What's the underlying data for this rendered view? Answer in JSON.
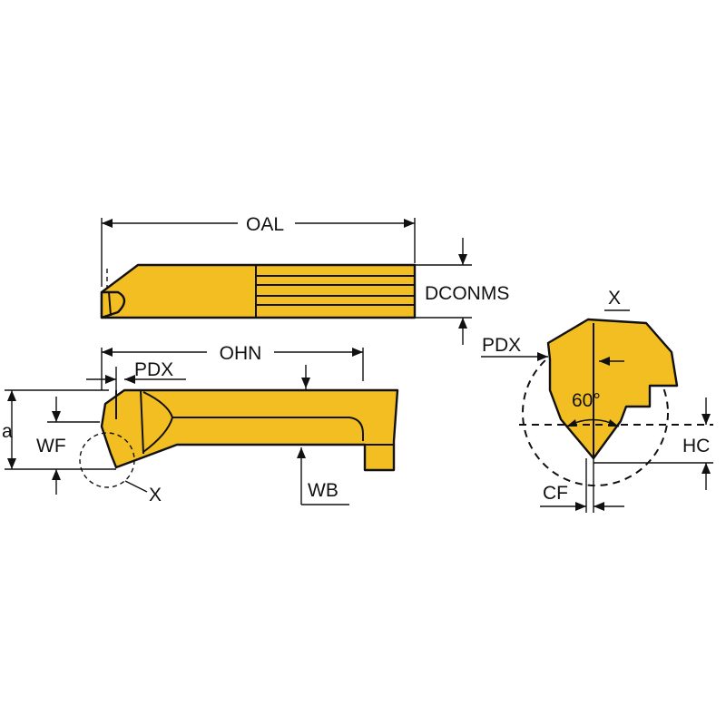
{
  "labels": {
    "oal": "OAL",
    "dconms": "DCONMS",
    "ohn": "OHN",
    "pdx_top": "PDX",
    "a": "a",
    "wf": "WF",
    "x_left": "X",
    "wb": "WB",
    "x_detail": "X",
    "pdx_detail": "PDX",
    "angle": "60°",
    "hc": "HC",
    "cf": "CF"
  },
  "colors": {
    "tool_body": "#F2BE21",
    "outline": "#111111",
    "background": "#FFFFFF"
  }
}
